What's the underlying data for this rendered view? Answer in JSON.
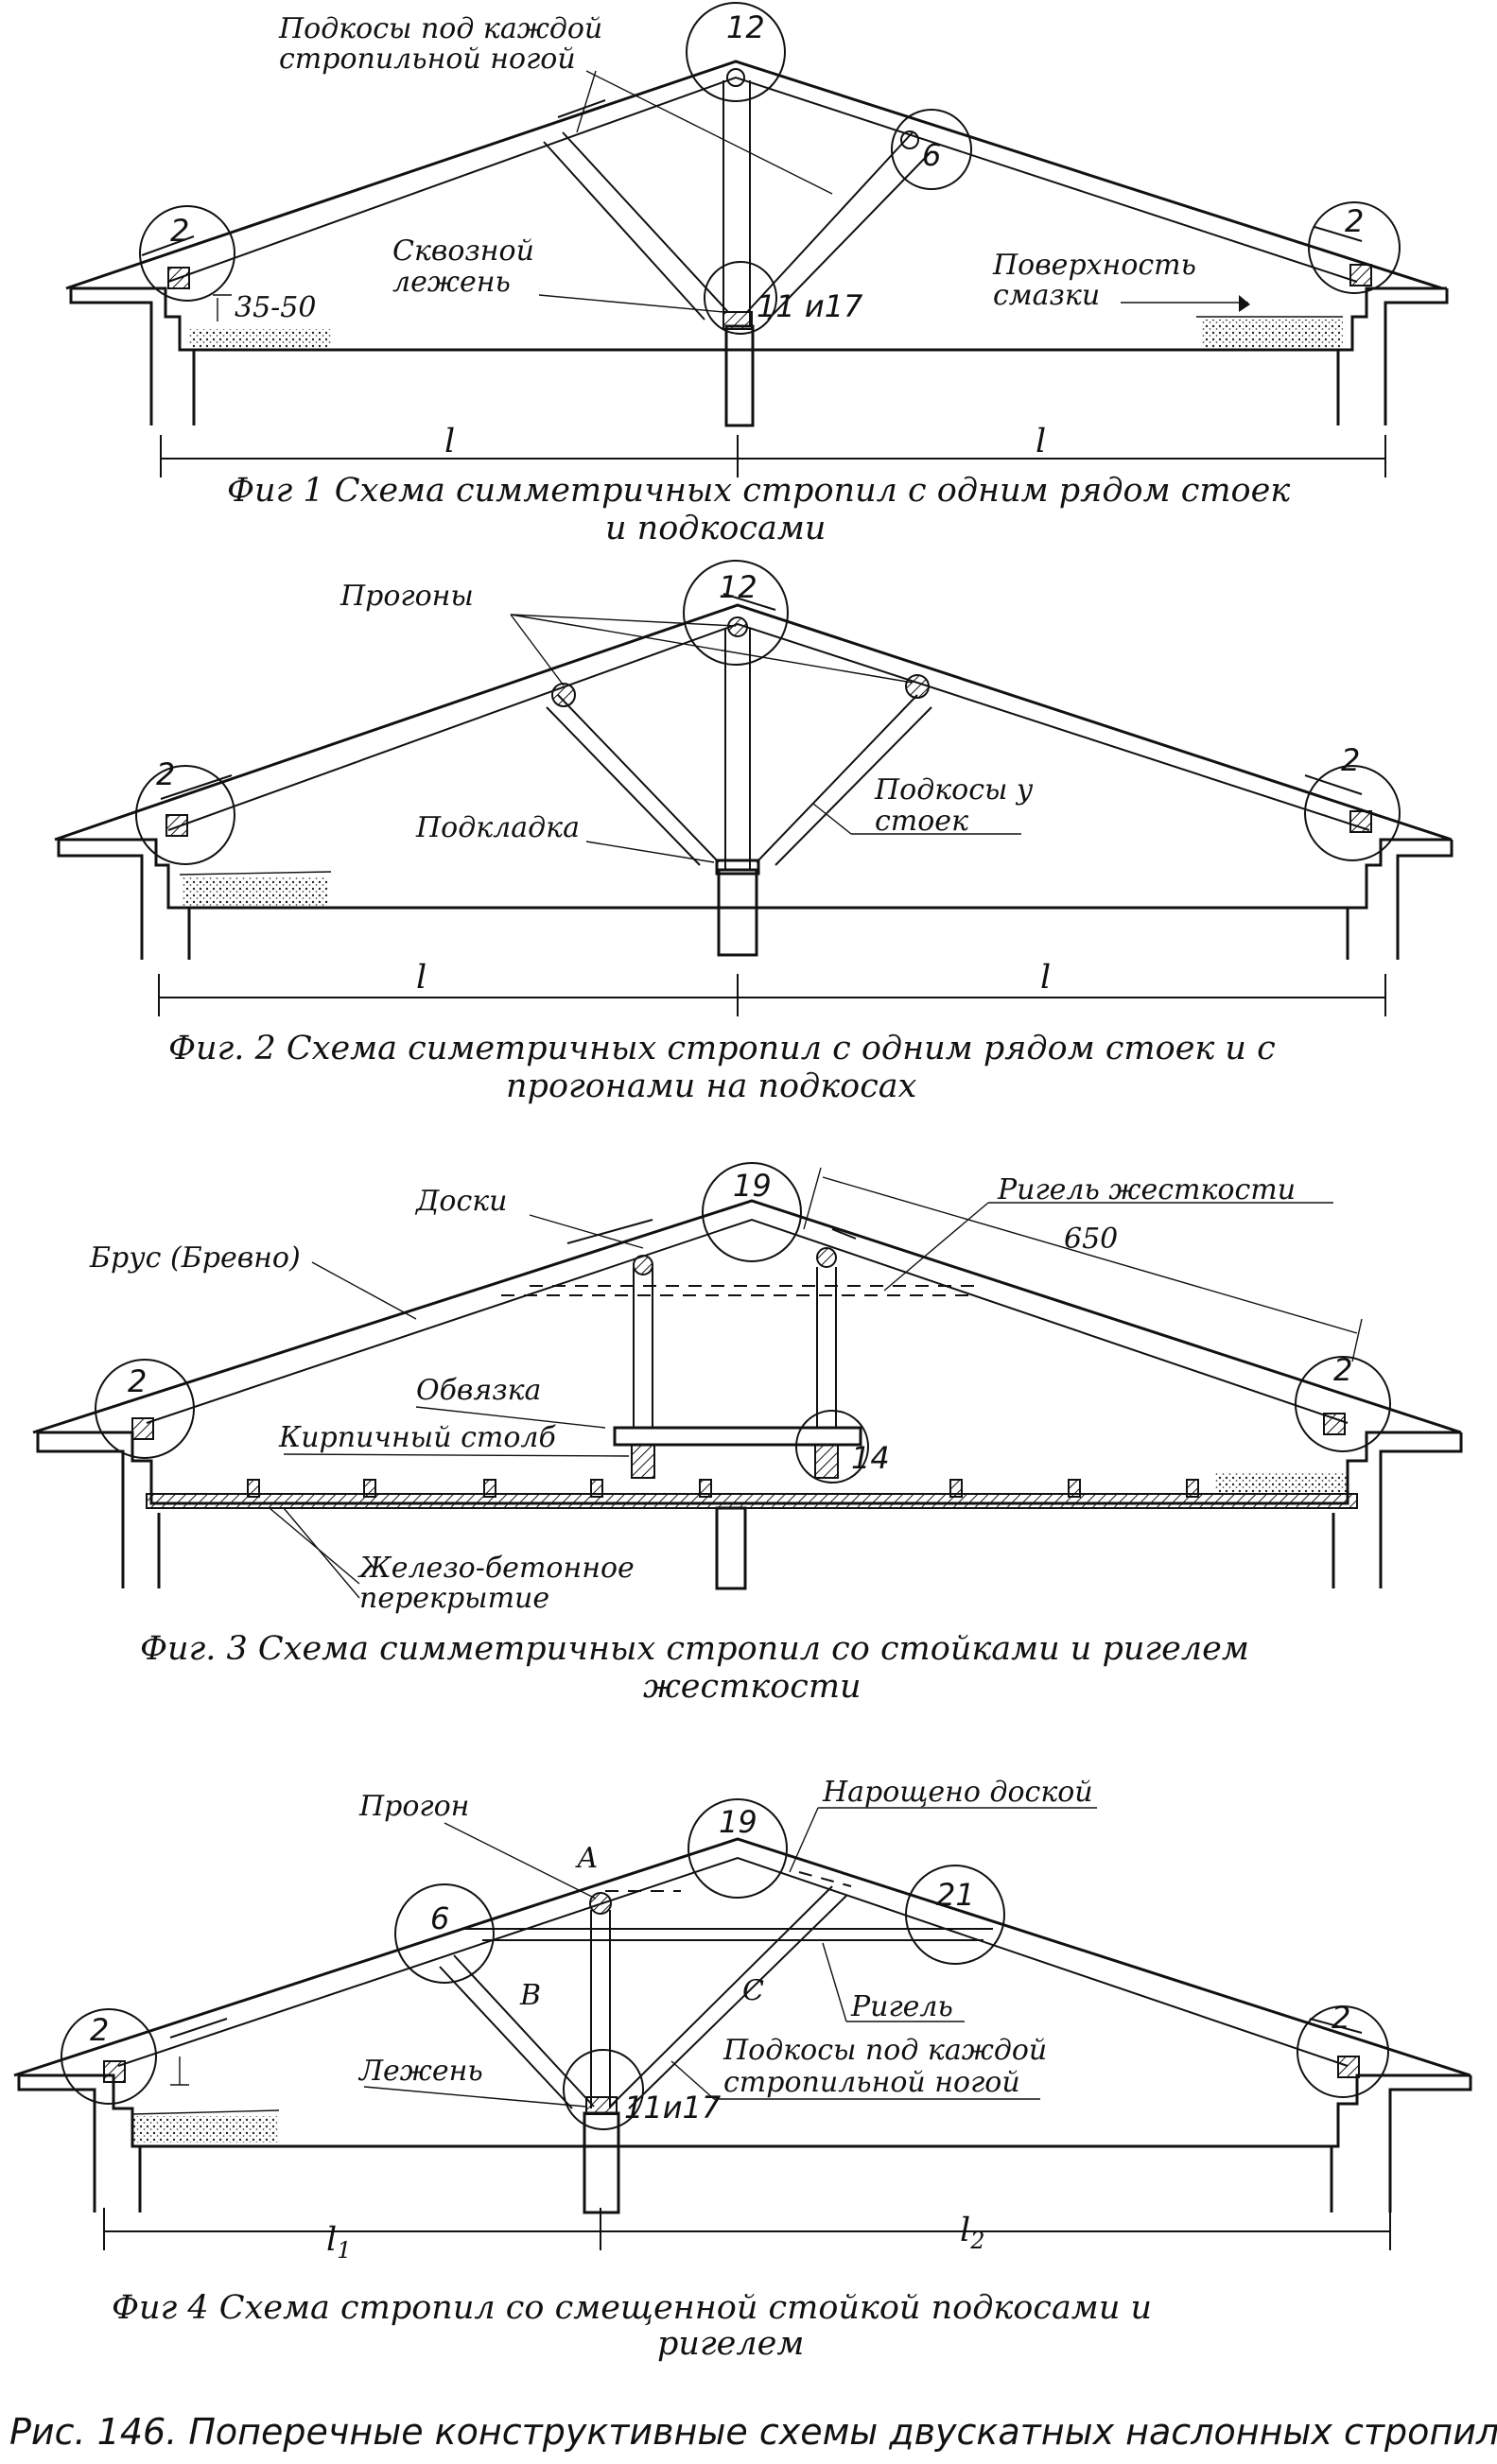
{
  "figures": [
    {
      "caption_line1": "Фиг 1  Схема симметричных  стропил  с одним рядом  стоек",
      "caption_line2": "и  подкосами",
      "labels": {
        "braces": [
          "Подкосы под каждой",
          "стропильной ногой"
        ],
        "bed": [
          "Сквозной",
          "лежень"
        ],
        "surface": [
          "Поверхность",
          "смазки"
        ],
        "gap": "35-50",
        "span_left": "l",
        "span_right": "l"
      },
      "detail_numbers": [
        "12",
        "6",
        "2",
        "2",
        "11 и17"
      ]
    },
    {
      "caption_line1": "Фиг. 2 Схема  симетричных  стропил  с одним рядом  стоек  и  с",
      "caption_line2": "прогонами  на подкосах",
      "labels": {
        "purlins": "Прогоны",
        "pad": "Подкладка",
        "braces": [
          "Подкосы у",
          "стоек"
        ],
        "span_left": "l",
        "span_right": "l"
      },
      "detail_numbers": [
        "12",
        "2",
        "2"
      ]
    },
    {
      "caption_line1": "Фиг. 3  Схема  симметричных стропил  со стойками   и  ригелем",
      "caption_line2": "жесткости",
      "labels": {
        "boards": "Доски",
        "beam": "Брус (Бревно)",
        "collar": "Ригель  жесткости",
        "dimension": "650",
        "plate": "Обвязка",
        "pillar": "Кирпичный  столб",
        "slab": [
          "Железо-бетонное",
          "перекрытие"
        ]
      },
      "detail_numbers": [
        "19",
        "2",
        "2",
        "14"
      ]
    },
    {
      "caption_line1": "Фиг  4  Схема  стропил  со  смещенной  стойкой  подкосами  и",
      "caption_line2": "ригелем",
      "labels": {
        "purlin": "Прогон",
        "extended": "Нарощено доской",
        "collar": "Ригель",
        "bed": "Лежень",
        "braces": [
          "Подкосы под каждой",
          "стропильной  ногой"
        ],
        "point_a": "А",
        "point_b": "В",
        "point_c": "С",
        "span_left": "l",
        "span_left_sub": "1",
        "span_right": "l",
        "span_right_sub": "2"
      },
      "detail_numbers": [
        "19",
        "6",
        "21",
        "2",
        "2",
        "11и17"
      ]
    }
  ],
  "main_caption": "Рис. 146. Поперечные конструктивные схемы двускатных наслонных стропил"
}
